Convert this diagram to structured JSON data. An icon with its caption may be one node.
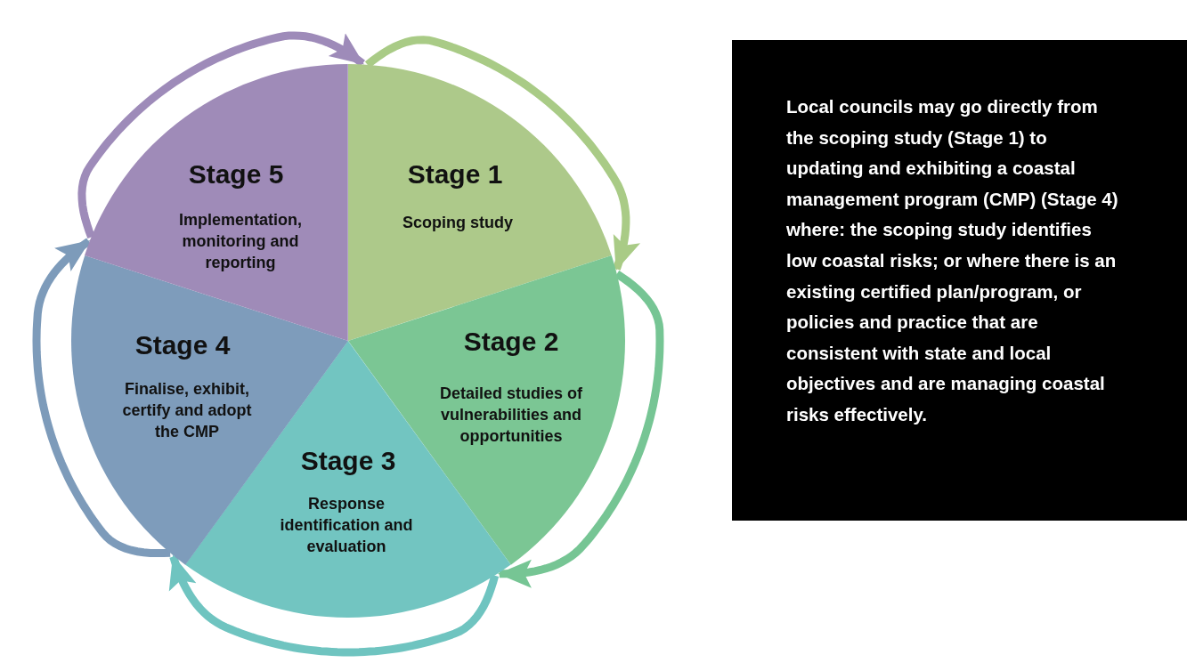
{
  "diagram": {
    "nodes": [
      {
        "text": [
          "Stage 1",
          "Scoping study"
        ]
      },
      {
        "text": [
          "Stage 2",
          "Detailed studies of vulnerabilities and opportunities"
        ]
      },
      {
        "text": [
          "Stage 3",
          "Response identification and evaluation"
        ]
      },
      {
        "text": [
          "Stage 4",
          "Finalise, exhibit, certify and adopt the CMP"
        ]
      },
      {
        "text": [
          "Stage 5",
          "Implementation, monitoring and reporting"
        ]
      },
      {
        "text": [
          "Local councils may go directly from the scoping study (Stage 1) to updating and exhibiting a coastal management program (CMP) (Stage 4) where: the scoping study identifies low coastal risks; or where there is an existing certified plan/program, or policies and practice that are consistent with state and local objectives and are managing coastal risks effectively."
        ]
      }
    ],
    "edges": [
      {
        "from": 0,
        "to": 1,
        "arrow": "to",
        "color": "#a9cb86"
      },
      {
        "from": 1,
        "to": 2,
        "arrow": "to",
        "color": "#76c594"
      },
      {
        "from": 2,
        "to": 3,
        "arrow": "to",
        "color": "#6fc4c0"
      },
      {
        "from": 3,
        "to": 4,
        "arrow": "to",
        "color": "#7d9bba"
      },
      {
        "from": 4,
        "to": 0,
        "arrow": "to",
        "color": "#9e8bb9"
      }
    ]
  }
}
